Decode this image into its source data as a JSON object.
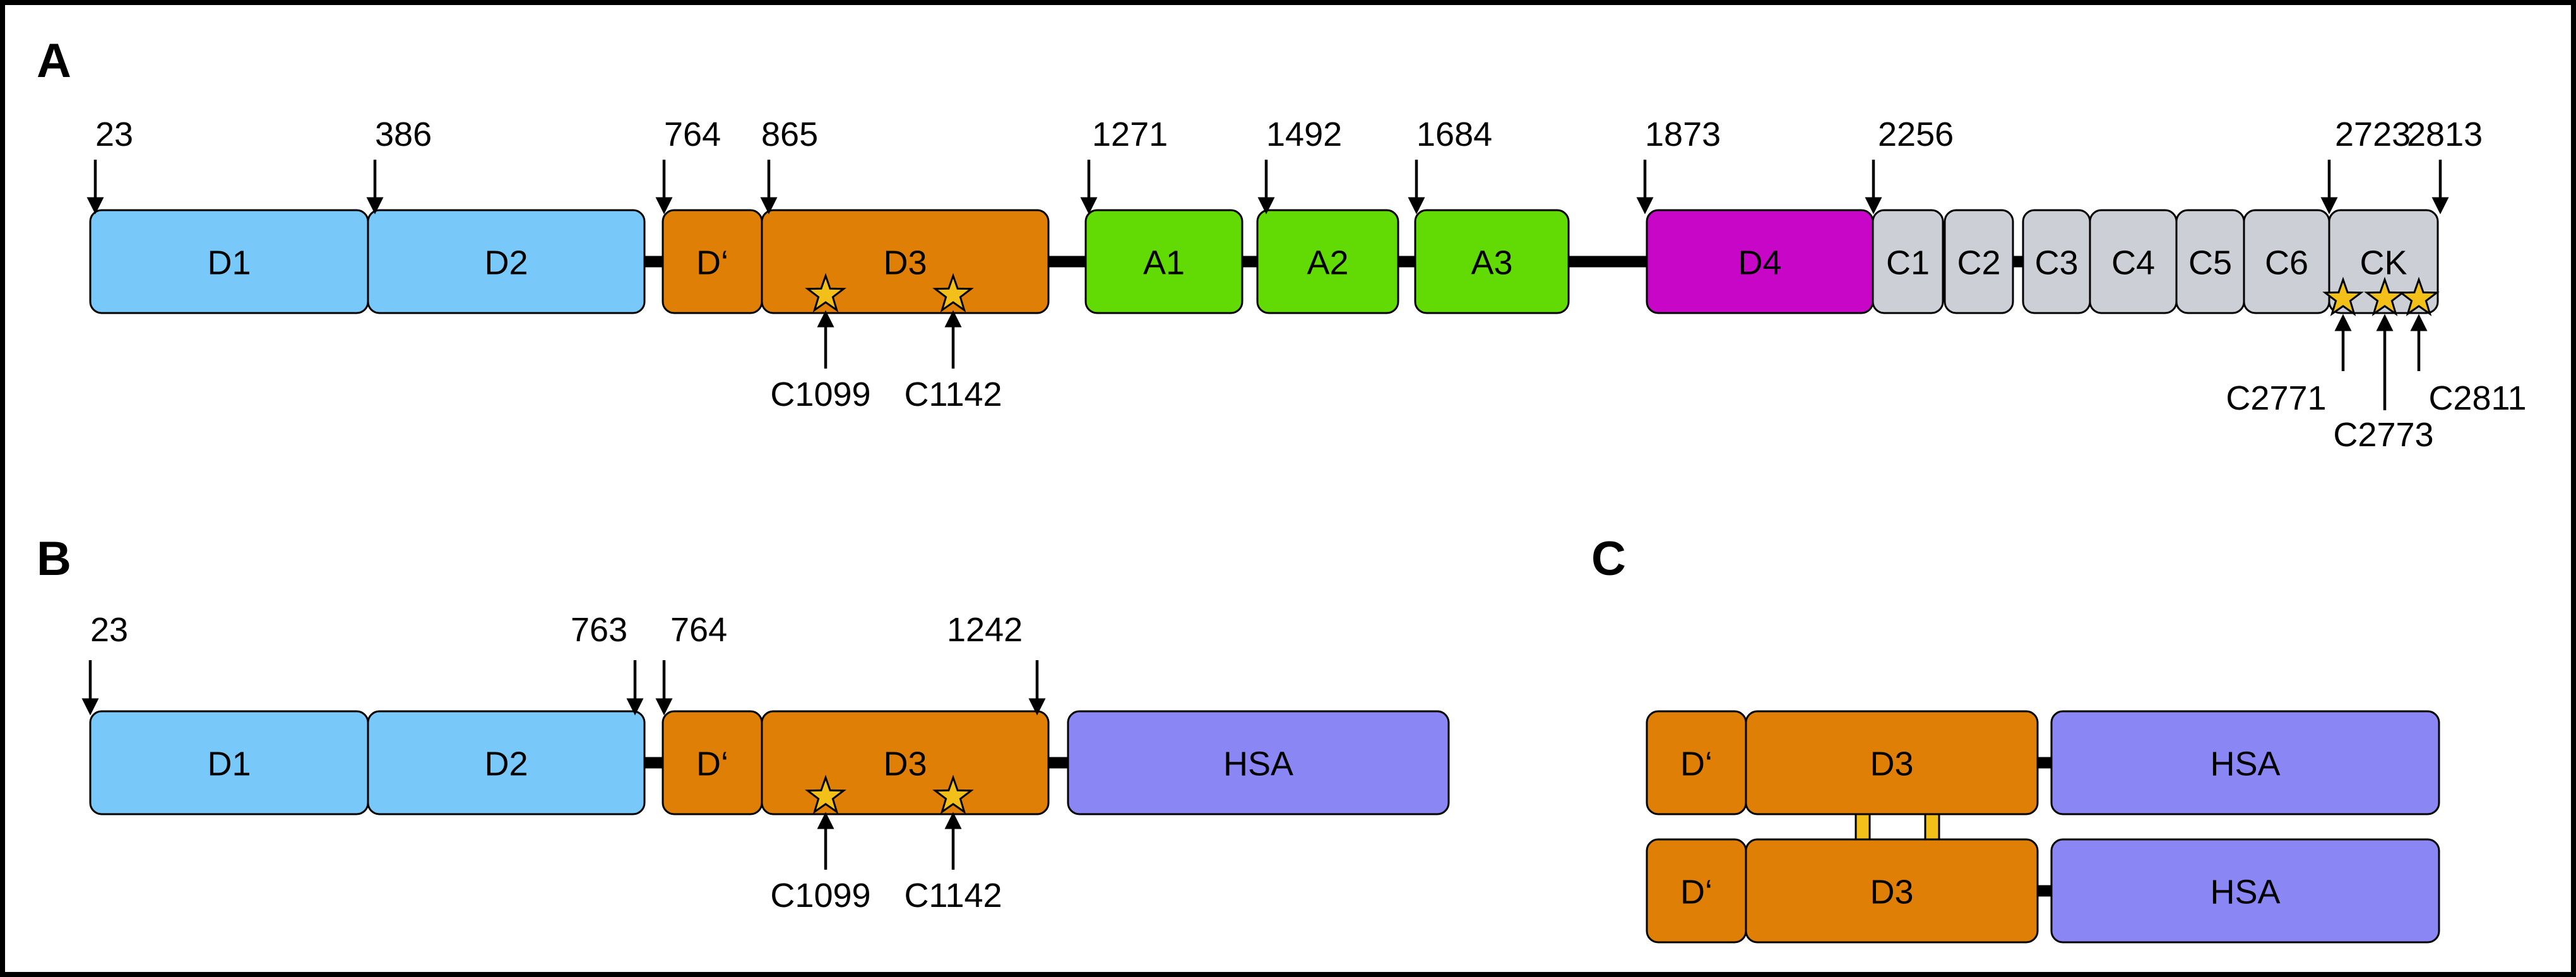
{
  "panels": [
    {
      "label": "A"
    },
    {
      "label": "B"
    },
    {
      "label": "C"
    }
  ],
  "colors": {
    "D": "#78c8fa",
    "Dprime": "#e07f06",
    "A": "#62da04",
    "D4": "#c806c8",
    "C": "#ccd0d6",
    "HSA": "#8a87f5",
    "star": "#f2c018",
    "disulfide": "#f2c018"
  },
  "panelA": {
    "domains": [
      "D1",
      "D2",
      "D‘",
      "D3",
      "A1",
      "A2",
      "A3",
      "D4",
      "C1",
      "C2",
      "C3",
      "C4",
      "C5",
      "C6",
      "CK"
    ],
    "positions": [
      "23",
      "386",
      "764",
      "865",
      "1271",
      "1492",
      "1684",
      "1873",
      "2256",
      "2723",
      "2813"
    ],
    "cysteines": [
      "C1099",
      "C1142",
      "C2771",
      "C2773",
      "C2811"
    ]
  },
  "panelB": {
    "domains": [
      "D1",
      "D2",
      "D‘",
      "D3",
      "HSA"
    ],
    "positions": [
      "23",
      "763",
      "764",
      "1242"
    ],
    "cysteines": [
      "C1099",
      "C1142"
    ]
  },
  "panelC": {
    "upper": [
      "D‘",
      "D3",
      "HSA"
    ],
    "lower": [
      "D‘",
      "D3",
      "HSA"
    ]
  }
}
